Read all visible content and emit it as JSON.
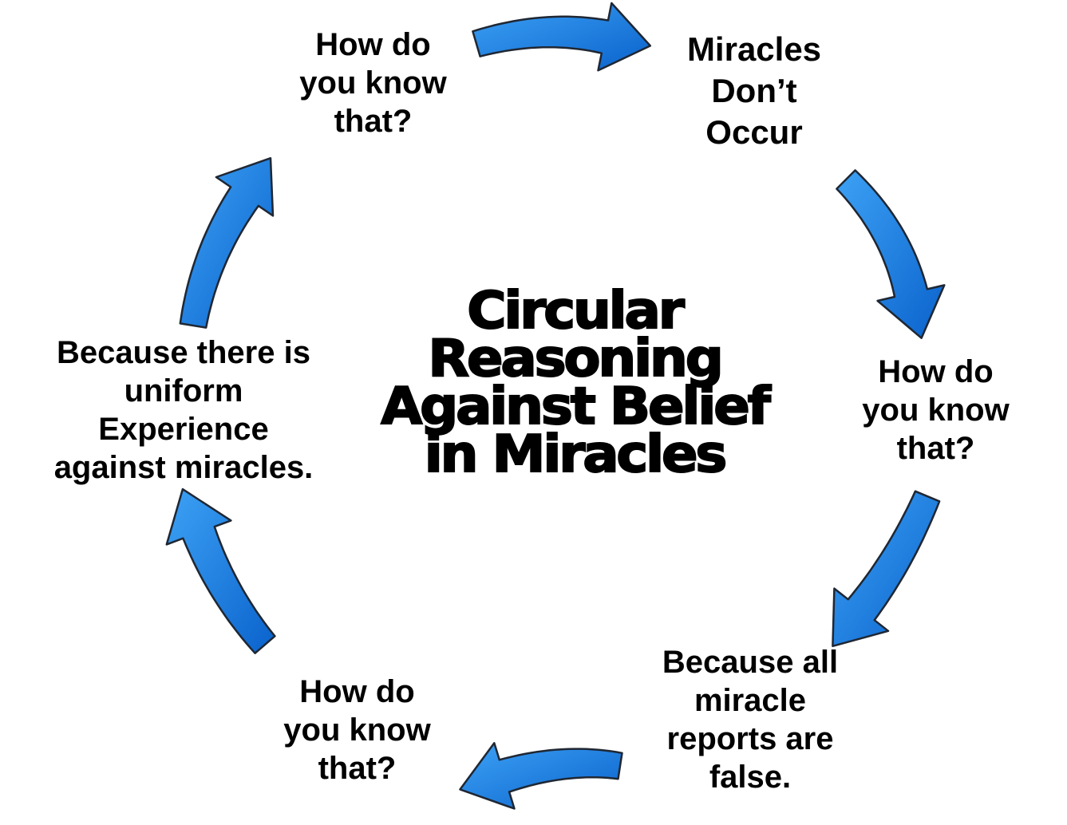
{
  "colors": {
    "arrow_light": "#3da2f5",
    "arrow_dark": "#0a62cc",
    "arrow_outline": "#1f2733",
    "text": "#000000"
  },
  "diagram": {
    "title": "Circular\nReasoning\nAgainst Belief\nin Miracles",
    "nodes": {
      "claim": "Miracles\nDon’t\nOccur",
      "question_top": "How do\nyou know\nthat?",
      "question_right": "How do\nyou know\nthat?",
      "reports": "Because all\nmiracle\nreports are\nfalse.",
      "question_bottom": "How do\nyou know\nthat?",
      "experience": "Because there is\nuniform\nExperience\nagainst miracles."
    },
    "arrows": [
      {
        "from": "question_top",
        "to": "claim",
        "icon": "curved-arrow-right"
      },
      {
        "from": "claim",
        "to": "question_right",
        "icon": "curved-arrow-down"
      },
      {
        "from": "question_right",
        "to": "reports",
        "icon": "curved-arrow-down"
      },
      {
        "from": "reports",
        "to": "question_bottom",
        "icon": "curved-arrow-left"
      },
      {
        "from": "question_bottom",
        "to": "experience",
        "icon": "curved-arrow-up"
      },
      {
        "from": "experience",
        "to": "question_top",
        "icon": "curved-arrow-up"
      }
    ]
  }
}
